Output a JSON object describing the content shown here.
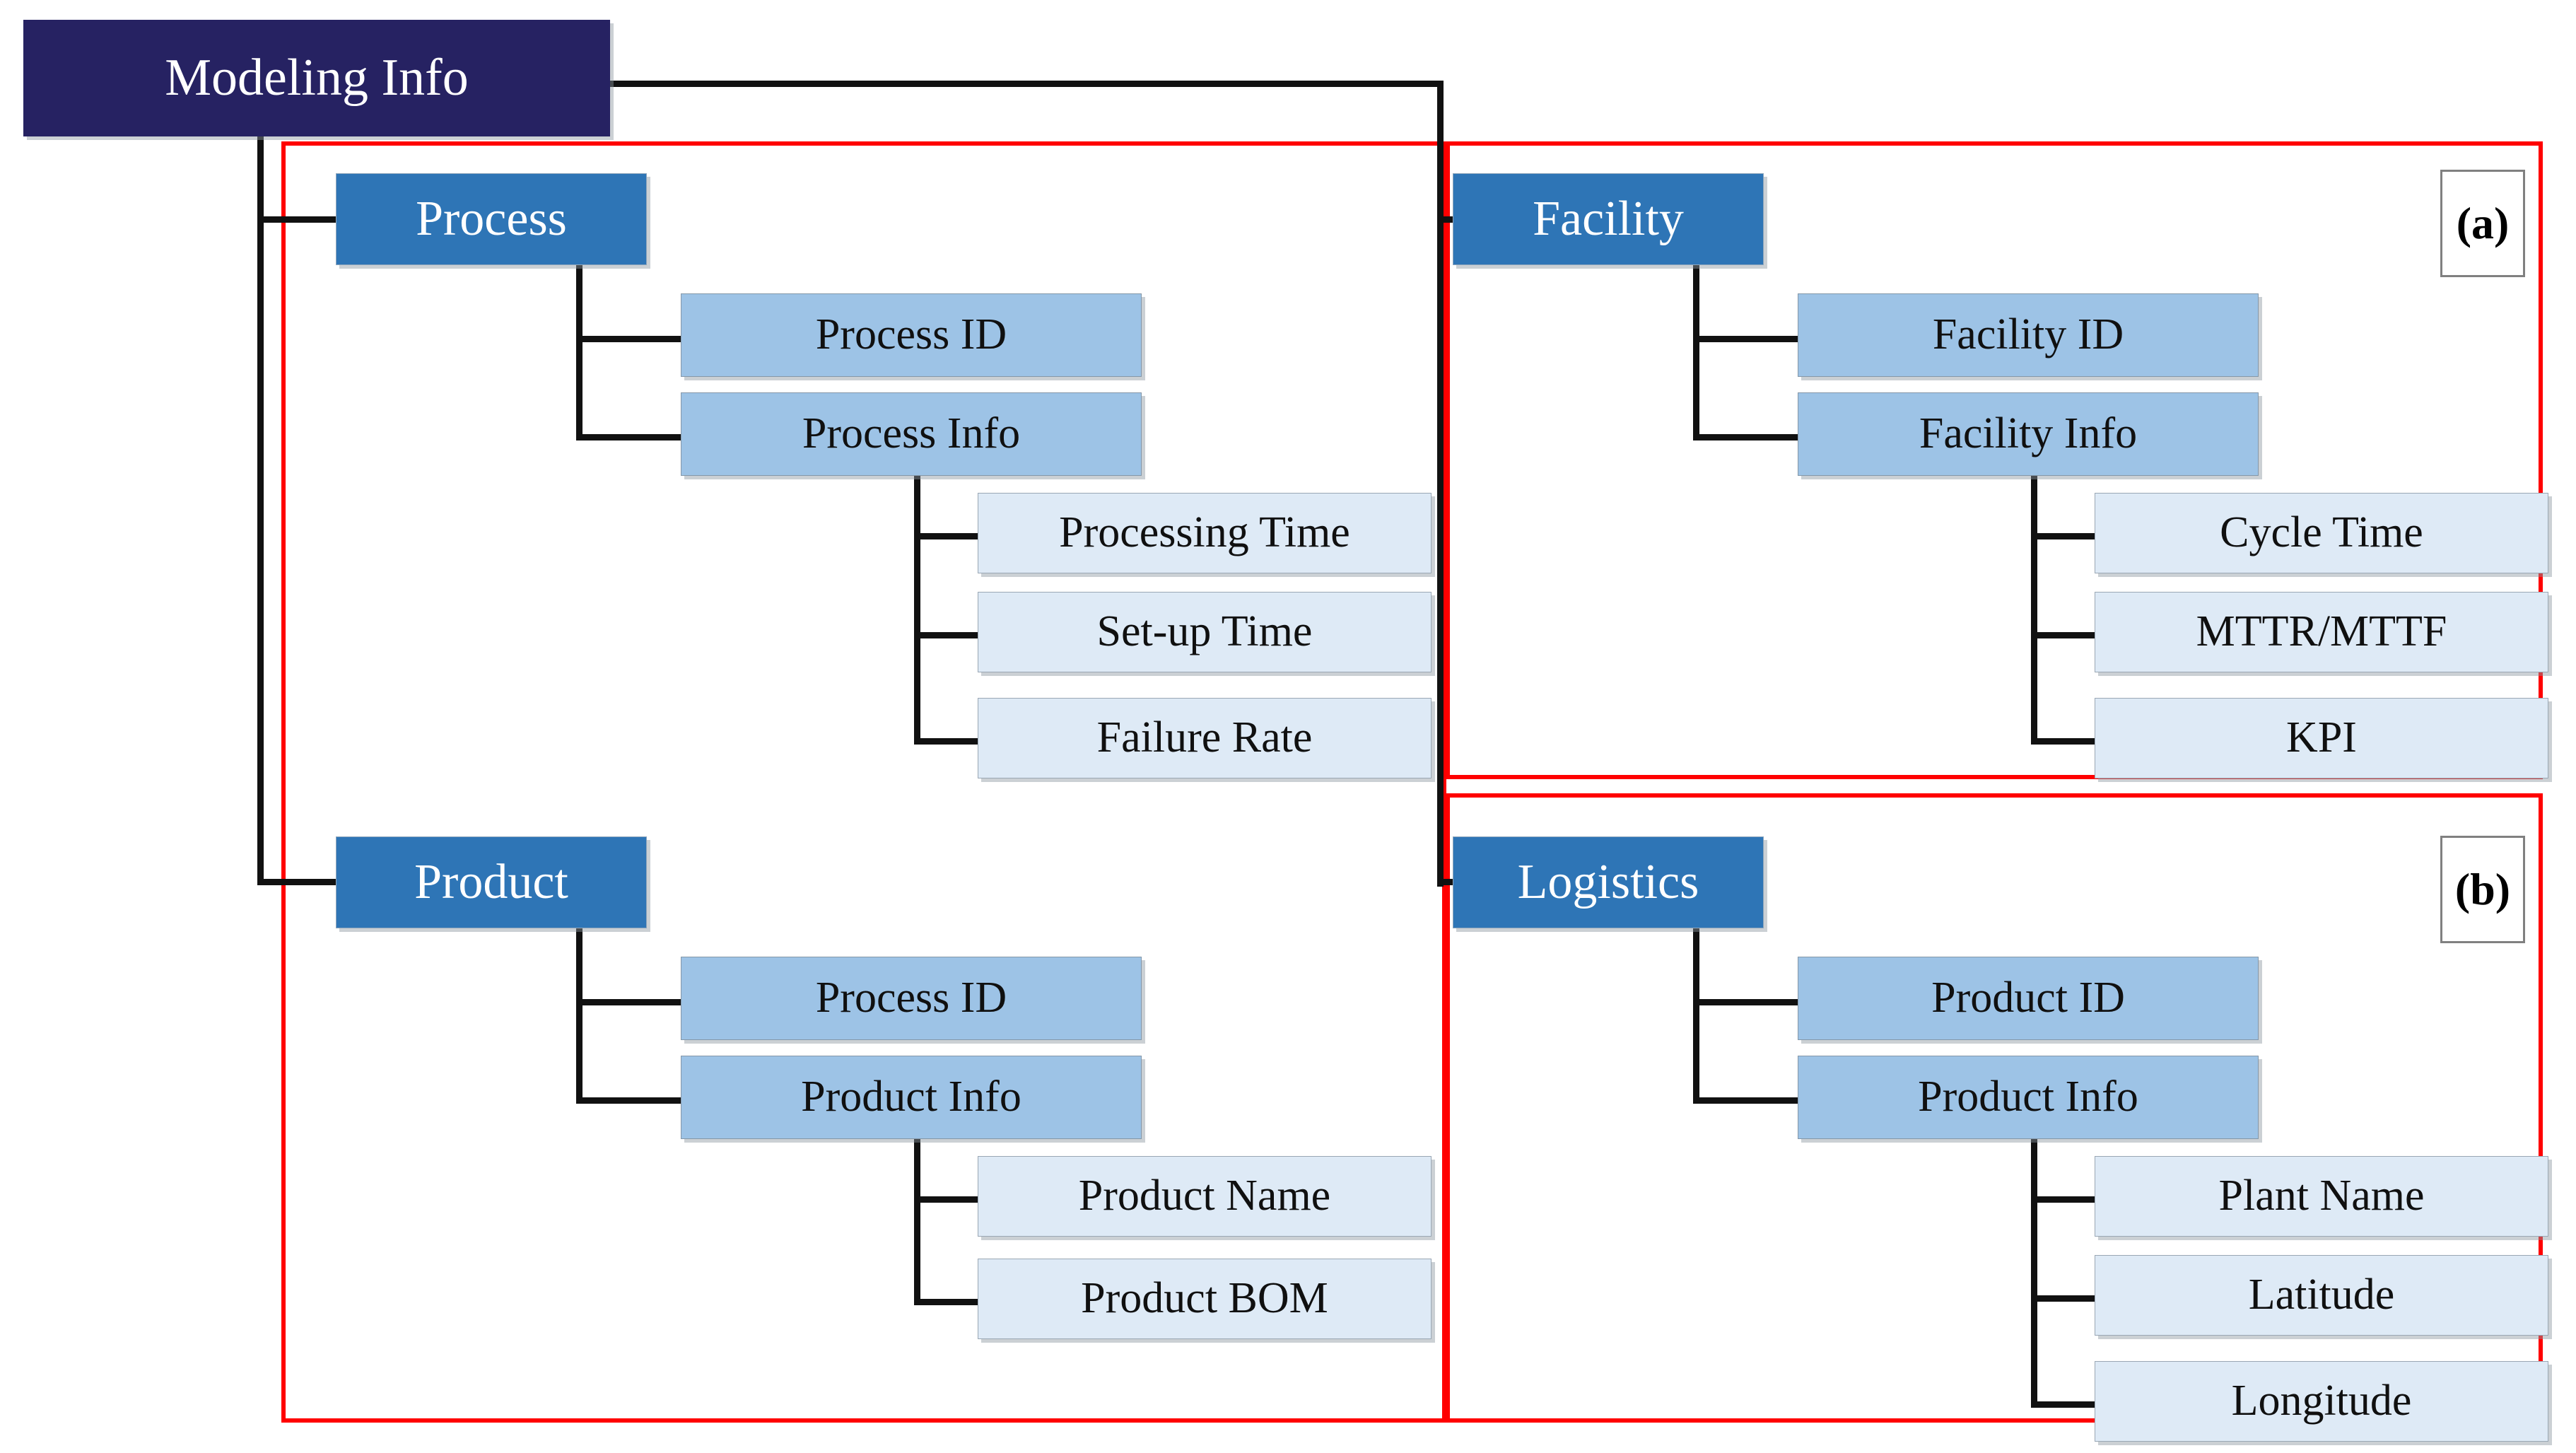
{
  "diagram": {
    "title": "Modeling Info",
    "root": {
      "label": "Modeling Info"
    },
    "panels": [
      {
        "id": "a",
        "label": "(a)"
      },
      {
        "id": "b",
        "label": "(b)"
      }
    ],
    "branches": [
      {
        "id": "process",
        "label": "Process",
        "children": [
          {
            "label": "Process ID",
            "children": []
          },
          {
            "label": "Process Info",
            "children": [
              {
                "label": "Processing Time"
              },
              {
                "label": "Set-up Time"
              },
              {
                "label": "Failure Rate"
              }
            ]
          }
        ]
      },
      {
        "id": "facility",
        "label": "Facility",
        "children": [
          {
            "label": "Facility ID",
            "children": []
          },
          {
            "label": "Facility Info",
            "children": [
              {
                "label": "Cycle Time"
              },
              {
                "label": "MTTR/MTTF"
              },
              {
                "label": "KPI"
              }
            ]
          }
        ]
      },
      {
        "id": "product",
        "label": "Product",
        "children": [
          {
            "label": "Process ID",
            "children": []
          },
          {
            "label": "Product Info",
            "children": [
              {
                "label": "Product Name"
              },
              {
                "label": "Product BOM"
              }
            ]
          }
        ]
      },
      {
        "id": "logistics",
        "label": "Logistics",
        "children": [
          {
            "label": "Product ID",
            "children": []
          },
          {
            "label": "Product Info",
            "children": [
              {
                "label": "Plant Name"
              },
              {
                "label": "Latitude"
              },
              {
                "label": "Longitude"
              }
            ]
          }
        ]
      }
    ],
    "colors": {
      "root_fill": "#262262",
      "level1_fill": "#2E75B6",
      "level2_fill": "#9DC3E6",
      "level3_fill": "#DEEAF6",
      "group_outline": "#FF0000",
      "connector": "#111111",
      "root_text": "#FFFFFF",
      "level1_text": "#FFFFFF",
      "body_text": "#101010"
    }
  }
}
